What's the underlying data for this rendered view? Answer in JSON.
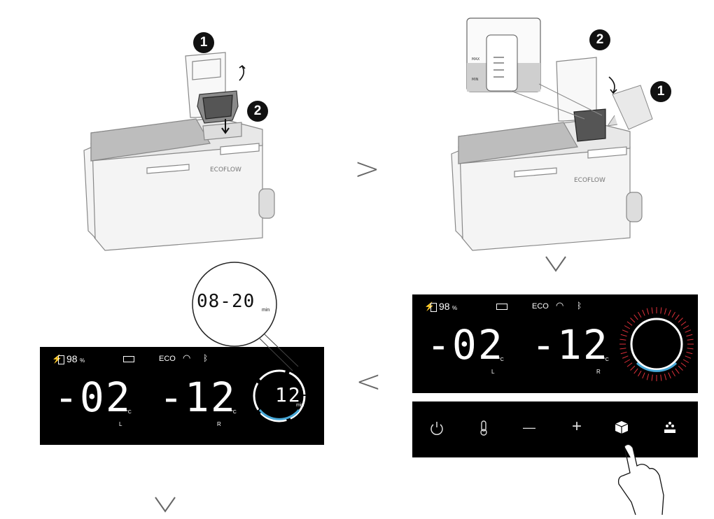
{
  "step1": {
    "badge_1": "1",
    "badge_2": "2",
    "brand": "ECOFLOW"
  },
  "step2": {
    "badge_1": "1",
    "badge_2": "2",
    "brand": "ECOFLOW",
    "level_max": "MAX",
    "level_min": "MIN"
  },
  "right_panel": {
    "battery_pct": "98",
    "battery_unit": "%",
    "mode": "ECO",
    "left_temp": "-02",
    "right_temp": "-12",
    "unit": "°C",
    "left_zone": "L",
    "right_zone": "R"
  },
  "control_panel": {
    "buttons": [
      "power",
      "temperature",
      "minus",
      "plus",
      "ice-maker",
      "ice-dispense"
    ],
    "minus_label": "—",
    "plus_label": "+"
  },
  "left_panel": {
    "battery_pct": "98",
    "battery_unit": "%",
    "mode": "ECO",
    "left_temp": "-02",
    "right_temp": "-12",
    "unit": "°C",
    "left_zone": "L",
    "right_zone": "R",
    "ring_value": "12",
    "ring_unit": "min"
  },
  "zoom_bubble": {
    "value": "08-20",
    "unit": "min"
  },
  "arrows": {
    "right": ">",
    "down": "∨",
    "left": "<"
  }
}
